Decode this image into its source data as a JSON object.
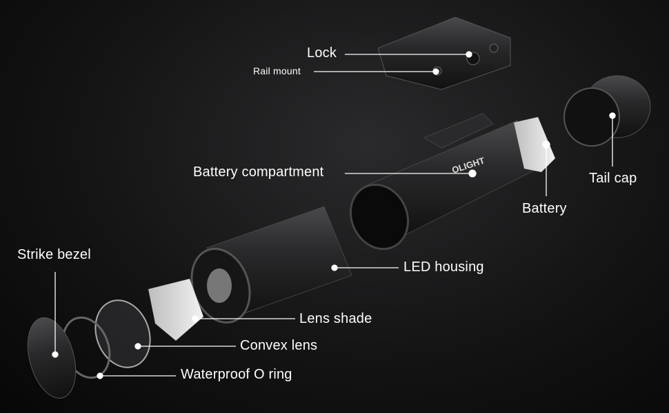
{
  "labels": {
    "lock": "Lock",
    "rail_mount": "Rail mount",
    "battery_compartment": "Battery compartment",
    "tail_cap": "Tail cap",
    "battery": "Battery",
    "strike_bezel": "Strike bezel",
    "led_housing": "LED housing",
    "lens_shade": "Lens shade",
    "convex_lens": "Convex lens",
    "waterproof_o_ring": "Waterproof O ring"
  },
  "brand": "OLIGHT"
}
